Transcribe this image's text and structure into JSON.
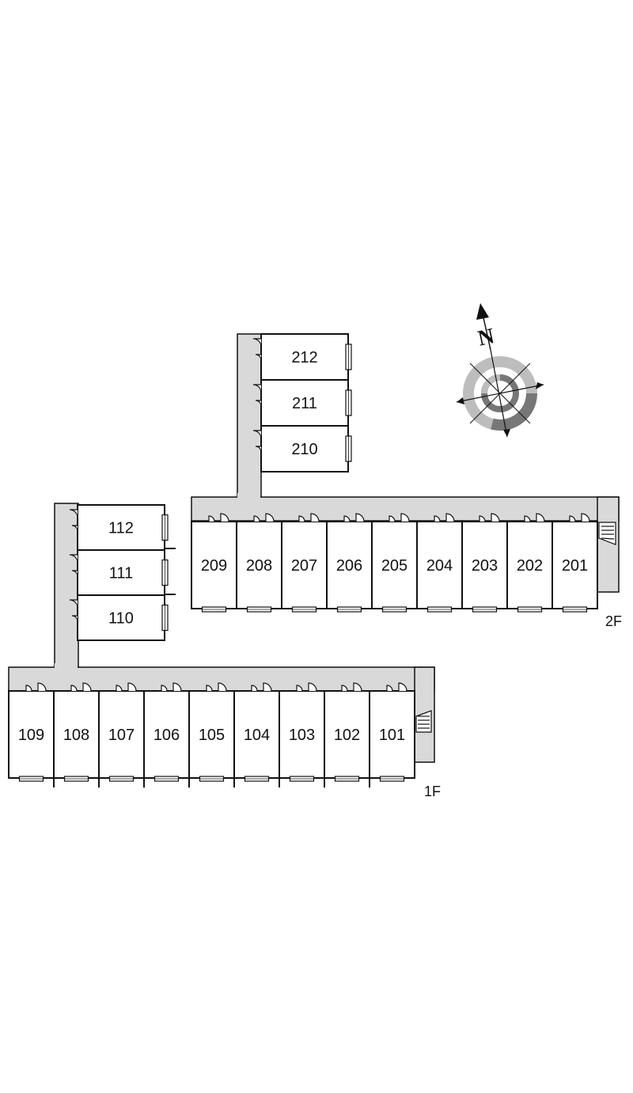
{
  "floor_labels": {
    "second": "2F",
    "first": "1F"
  },
  "compass": {
    "north_label": "N"
  },
  "units_2f_row": [
    "209",
    "208",
    "207",
    "206",
    "205",
    "204",
    "203",
    "202",
    "201"
  ],
  "units_2f_stack": [
    "212",
    "211",
    "210"
  ],
  "units_1f_row": [
    "109",
    "108",
    "107",
    "106",
    "105",
    "104",
    "103",
    "102",
    "101"
  ],
  "units_1f_stack": [
    "112",
    "111",
    "110"
  ],
  "colors": {
    "corridor": "#d9d9d9",
    "wall": "#111111",
    "compass_dark": "#777777",
    "compass_light": "#bdbdbd"
  }
}
